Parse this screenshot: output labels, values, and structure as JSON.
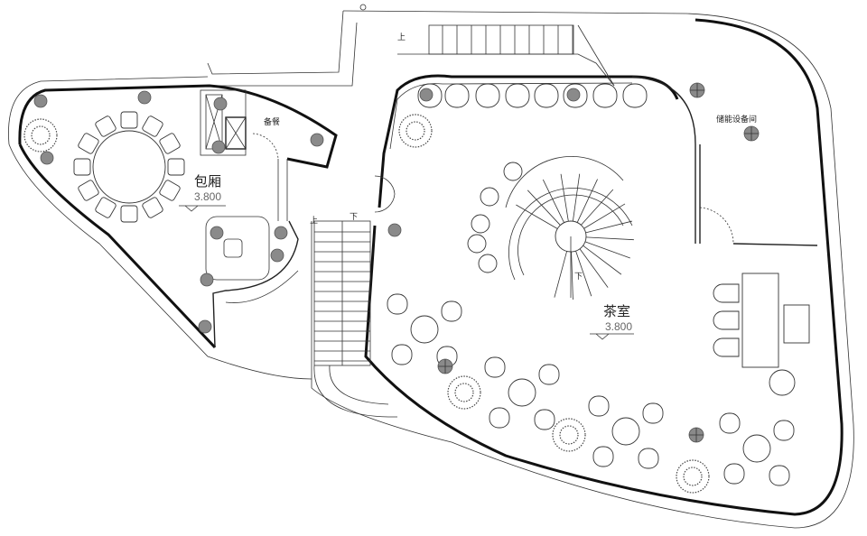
{
  "rooms": {
    "private_room": {
      "name": "包厢",
      "elevation": "3.800"
    },
    "pantry": {
      "name": "备餐"
    },
    "tea_room": {
      "name": "茶室",
      "elevation": "3.800"
    },
    "storage": {
      "name": "储能设备间"
    }
  },
  "stairs": {
    "up_top": "上",
    "up_main": "上",
    "down_main": "下",
    "down_spiral": "下"
  }
}
